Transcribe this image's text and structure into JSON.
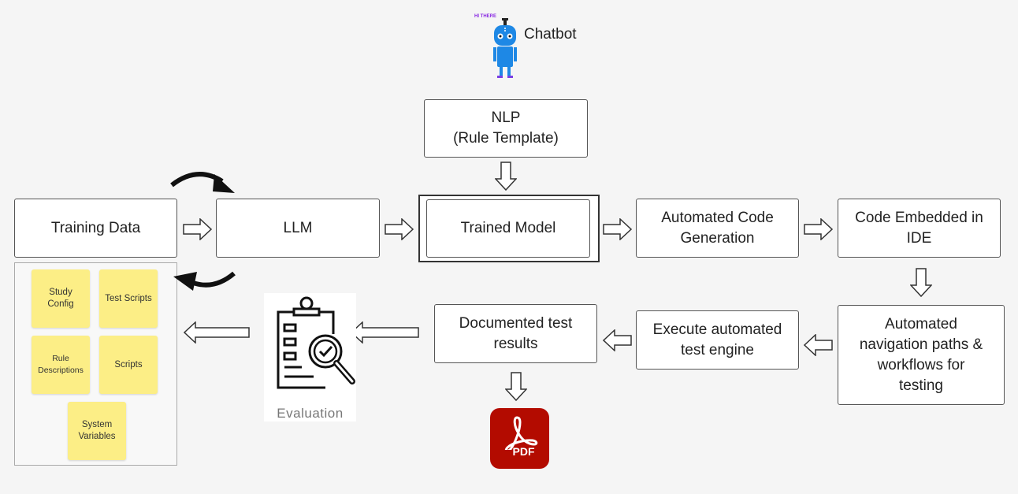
{
  "chatbot": {
    "greeting": "HI THERE",
    "label": "Chatbot"
  },
  "nodes": {
    "nlp": {
      "line1": "NLP",
      "line2": "(Rule Template)"
    },
    "training_data": "Training Data",
    "llm": "LLM",
    "trained_model": "Trained Model",
    "code_generation": {
      "line1": "Automated Code",
      "line2": "Generation"
    },
    "code_embedded": {
      "line1": "Code Embedded in",
      "line2": "IDE"
    },
    "navigation": {
      "line1": "Automated",
      "line2": "navigation paths &",
      "line3": "workflows for",
      "line4": "testing"
    },
    "execute": {
      "line1": "Execute automated",
      "line2": "test engine"
    },
    "documented": {
      "line1": "Documented test",
      "line2": "results"
    }
  },
  "training_items": [
    {
      "line1": "Study",
      "line2": "Config"
    },
    {
      "line1": "Test Scripts",
      "line2": ""
    },
    {
      "line1": "Rule",
      "line2": "Descriptions"
    },
    {
      "line1": "Scripts",
      "line2": ""
    },
    {
      "line1": "System",
      "line2": "Variables"
    }
  ],
  "evaluation": {
    "label": "Evaluation"
  },
  "pdf": {
    "label": "PDF"
  },
  "colors": {
    "sticky": "#fcee86",
    "pdf": "#b30b00",
    "robot": "#1e88e5"
  }
}
